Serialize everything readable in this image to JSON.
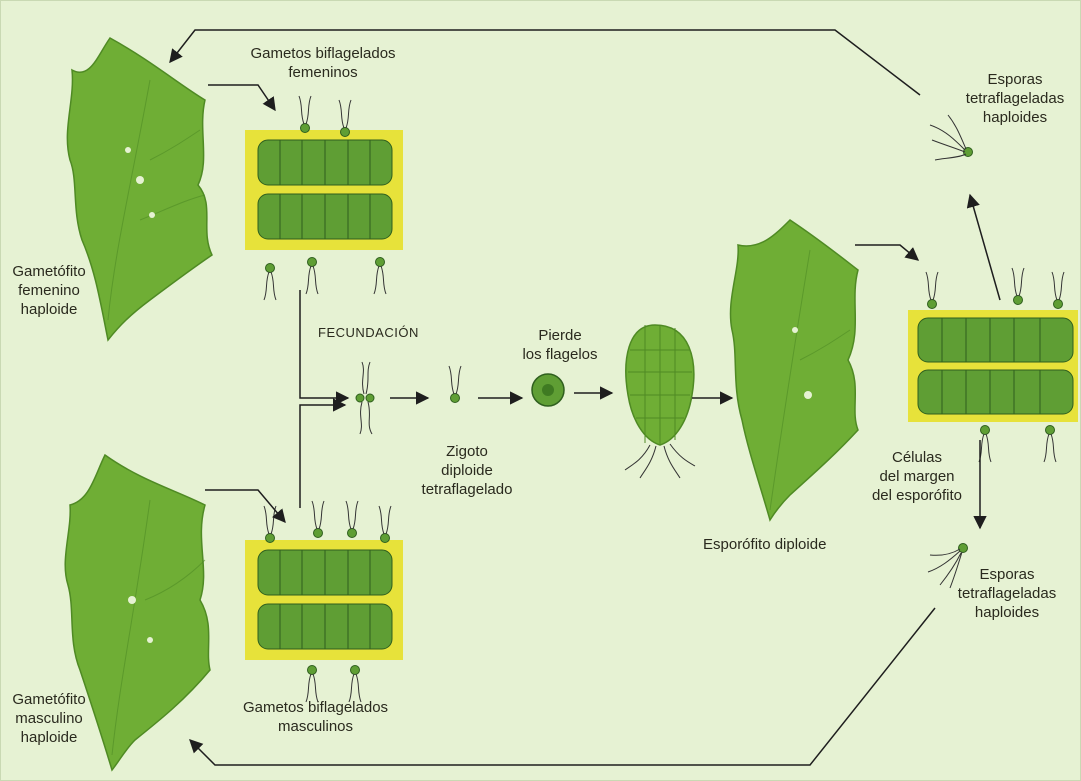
{
  "colors": {
    "background": "#e6f2d3",
    "thallus": "#6fae35",
    "thallus_dark": "#4f8a24",
    "tissue_band": "#e7e23a",
    "cell_fill": "#5f9e34",
    "cell_outline": "#2f5f1e",
    "arrow": "#1e1e1e"
  },
  "labels": {
    "female_gametes": "Gametos biflagelados\nfemeninos",
    "female_gametophyte": "Gametófito\nfemenino\nhaploide",
    "fertilization": "FECUNDACIÓN",
    "loses_flagella": "Pierde\nlos flagelos",
    "zygote": "Zigoto\ndiploide\ntetraflagelado",
    "sporophyte": "Esporófito diploide",
    "margin_cells": "Células\ndel margen\ndel esporófito",
    "spores_top": "Esporas\ntetraflageladas\nhaploides",
    "spores_bottom": "Esporas\ntetraflageladas\nhaploides",
    "male_gametophyte": "Gametófito\nmasculino\nhaploide",
    "male_gametes": "Gametos biflagelados\nmasculinos"
  },
  "icons": {
    "thallus": "ulva-leaf-icon",
    "tissue": "cell-section-icon",
    "flagellated_cell": "flagellate-icon"
  }
}
